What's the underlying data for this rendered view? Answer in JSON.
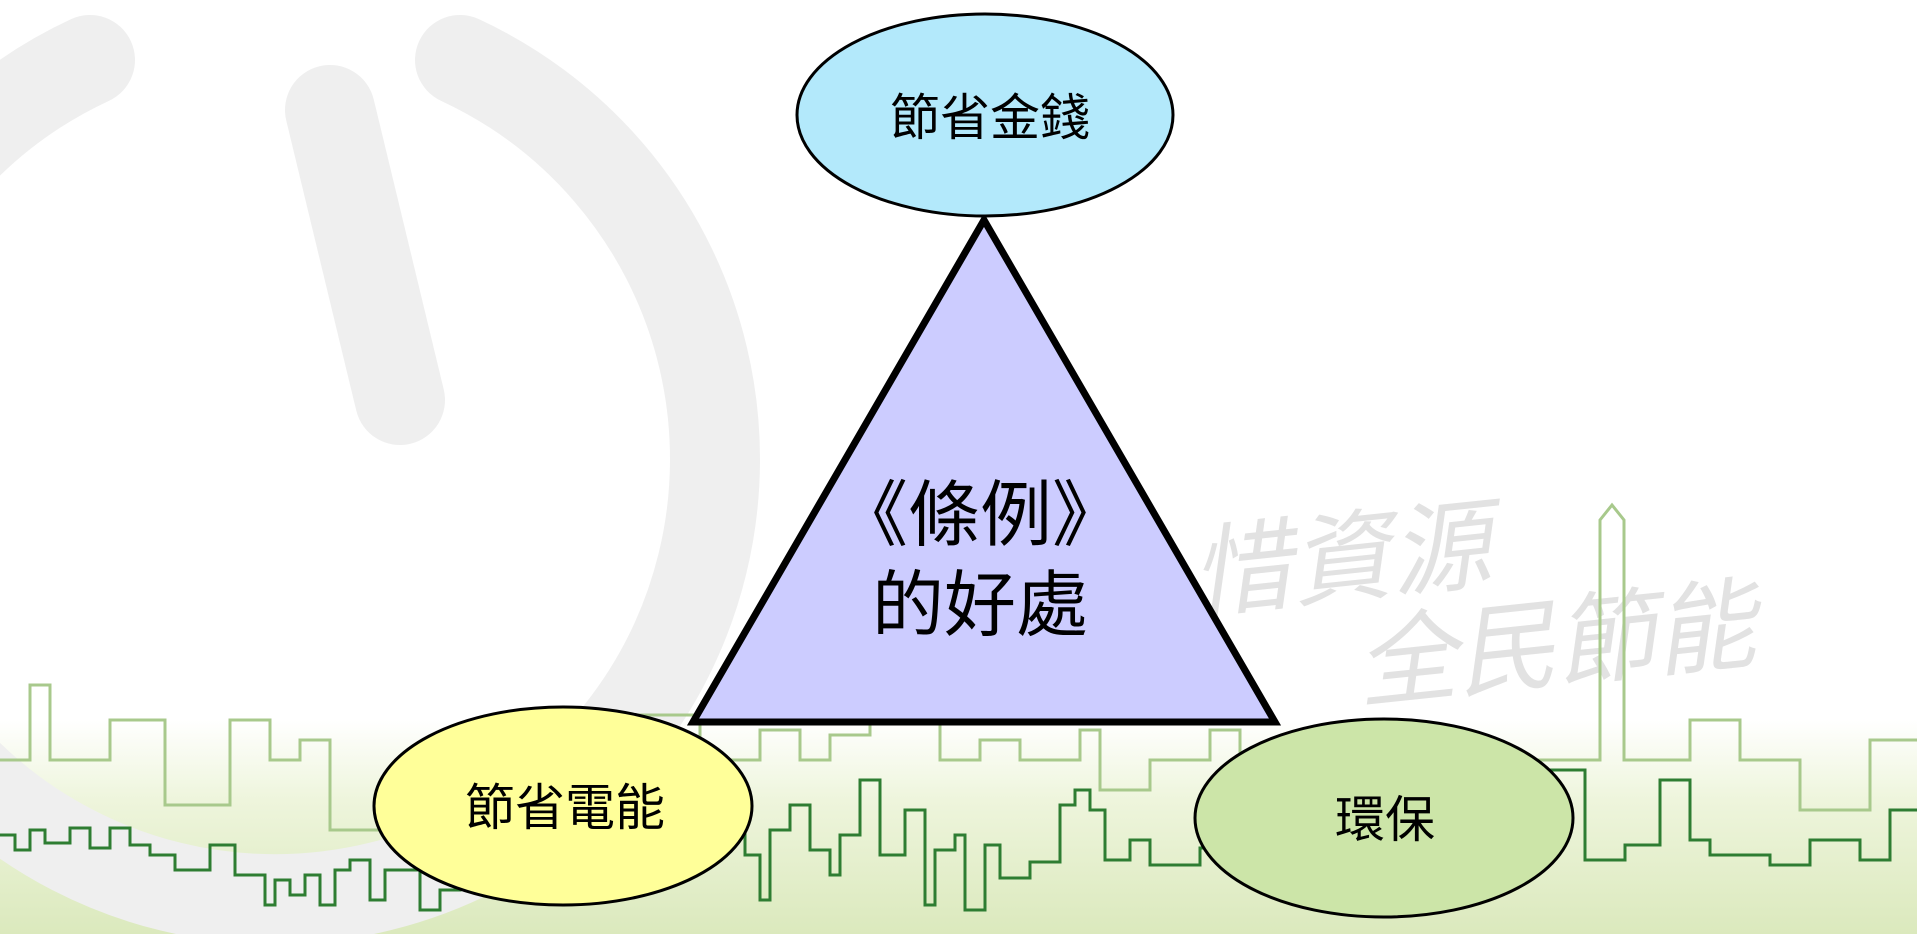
{
  "center": {
    "line1": "《條例》",
    "line2": "的好處"
  },
  "benefits": {
    "top": "節省金錢",
    "left": "節省電能",
    "right": "環保"
  },
  "watermark": {
    "line1": "惜資源",
    "line2": "全民節能"
  },
  "colors": {
    "triangle_fill": "#ccccff",
    "top_ellipse_fill": "#b3e9fb",
    "left_ellipse_fill": "#ffff99",
    "right_ellipse_fill": "#cce5a8",
    "outline": "#000000",
    "skyline_dark": "#2e7d32",
    "skyline_light": "#a8c98c",
    "power_icon_gray": "#efefef"
  }
}
